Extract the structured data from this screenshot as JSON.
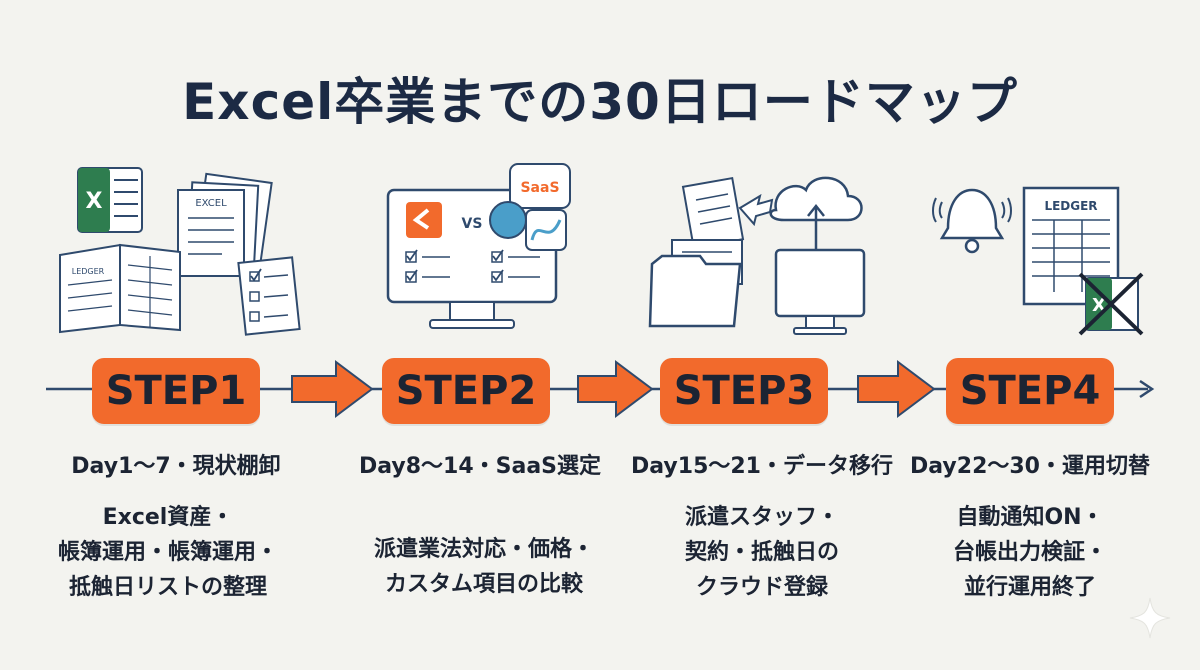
{
  "title": "Excel卒業までの30日ロードマップ",
  "steps": [
    {
      "label": "STEP1",
      "period": "Day1〜7・現状棚卸",
      "lines": [
        "Excel資産・",
        "帳簿運用・帳簿運用・",
        "抵触日リストの整理"
      ],
      "icon_text": [
        "EXCEL",
        "LEDGER"
      ]
    },
    {
      "label": "STEP2",
      "period": "Day8〜14・SaaS選定",
      "lines": [
        "派遣業法対応・価格・",
        "カスタム項目の比較"
      ],
      "icon_text": [
        "VS",
        "SaaS"
      ]
    },
    {
      "label": "STEP3",
      "period": "Day15〜21・データ移行",
      "lines": [
        "派遣スタッフ・",
        "契約・抵触日の",
        "クラウド登録"
      ]
    },
    {
      "label": "STEP4",
      "period": "Day22〜30・運用切替",
      "lines": [
        "自動通知ON・",
        "台帳出力検証・",
        "並行運用終了"
      ],
      "icon_text": [
        "LEDGER"
      ]
    }
  ],
  "colors": {
    "accent": "#f26a2c",
    "ink": "#1c2433",
    "line": "#2f4a6d",
    "background": "#f3f3ef",
    "excel_green": "#2e7d4f"
  },
  "icons": [
    "excel-file-icon",
    "document-stack-icon",
    "ledger-book-icon",
    "checklist-icon",
    "monitor-compare-icon",
    "saas-cloud-icon",
    "folder-icon",
    "cloud-upload-icon",
    "bell-icon",
    "ledger-sheet-icon",
    "excel-crossed-icon",
    "sparkle-icon"
  ]
}
